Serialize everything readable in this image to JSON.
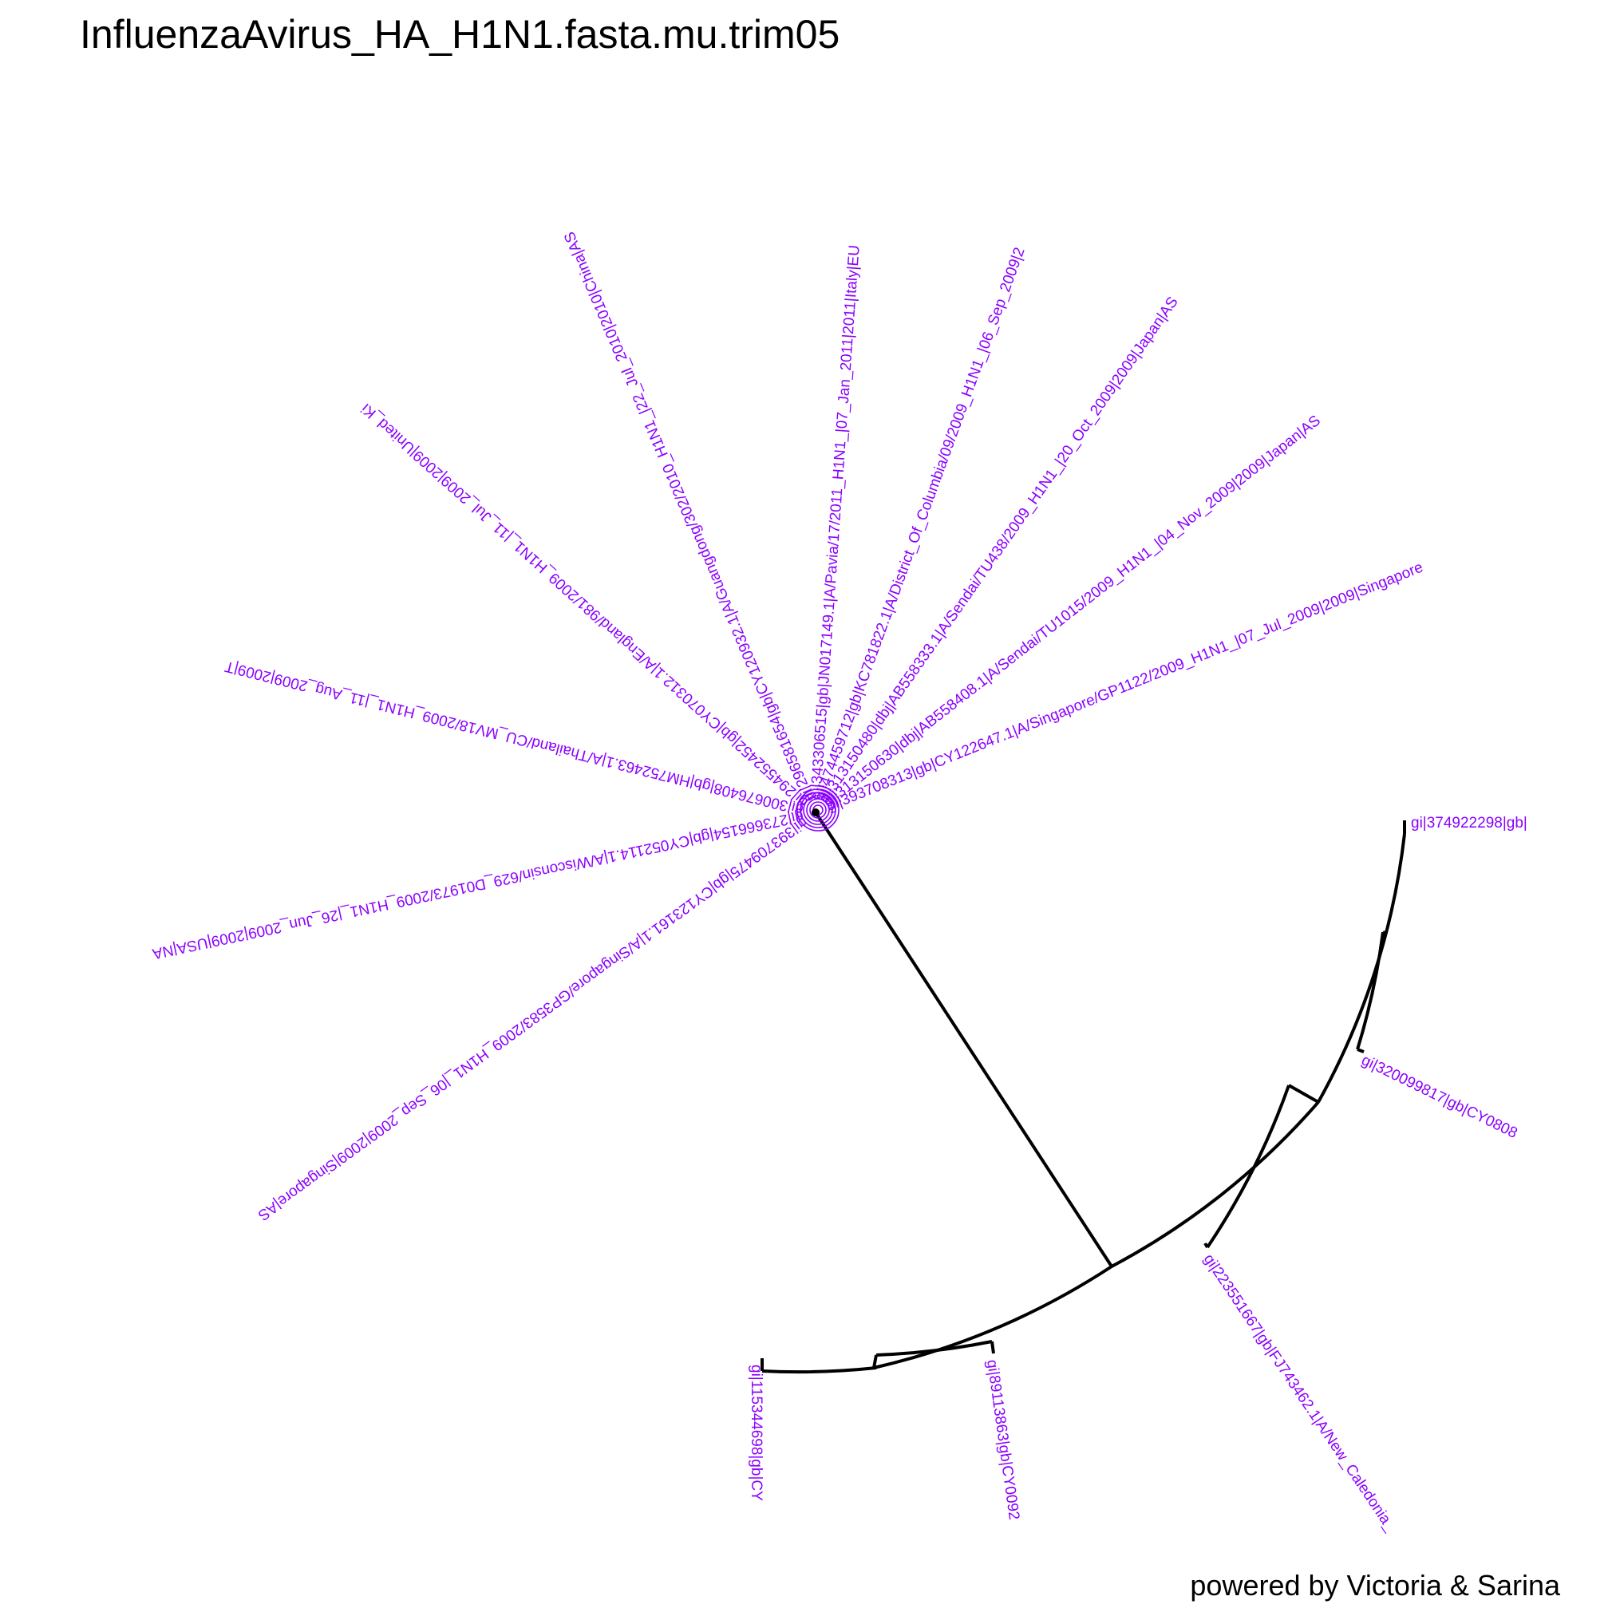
{
  "title": "InfluenzaAvirus_HA_H1N1.fasta.mu.trim05",
  "caption": "powered by Victoria & Sarina",
  "colors": {
    "tip_label": "#8B00FF",
    "branch": "#000000"
  },
  "tree": {
    "layout": "circular",
    "star_cluster_labels": [
      "gi|393708313|gb|CY122647.1|A/Singapore/GP1122/2009_H1N1_|07_Jul_2009|2009|Singapore",
      "gi|313150630|dbj|AB558408.1|A/Sendai/TU1015/2009_H1N1_|04_Nov_2009|2009|Japan|AS",
      "gi|313150480|dbj|AB558333.1|A/Sendai/TU438/2009_H1N1_|20_Oct_2009|2009|Japan|AS",
      "gi|474459712|gb|KC781822.1|A/District_Of_Columbia/09/2009_H1N1_|06_Sep_2009|2",
      "gi|343306515|gb|JN017149.1|A/Pavia/17/2011_H1N1_|07_Jan_2011|2011|Italy|EU",
      "gi|296581654|gb|CY120932.1|A/Guangdong/302/2010_H1N1_|22_Jul_2010|2010|China|AS",
      "gi|294552452|gb|CY070312.1|A/England/981/2009_H1N1_|11_Jul_2009|2009|United_Ki",
      "gi|300676408|gb|HM752463.1|A/Thailand/CU_MV18/2009_H1N1_|11_Aug_2009|2009|T",
      "gi|273666154|gb|CY052114.1|A/Wisconsin/629_D01973/2009_H1N1_|26_Jun_2009|2009|USA|NA",
      "gi|393709475|gb|CY123161.1|A/Singapore/GP3583/2009_H1N1_|06_Sep_2009|2009|Singapore|AS"
    ],
    "outer_tip_labels": [
      "gi|374922298|gb|",
      "gi|320099817|gb|CY0808",
      "gi|223551667|gb|FJ743462.1|A/New_Caledonia_",
      "gi|89113863|gb|CY0092",
      "gi|115344698|gb|CY"
    ]
  }
}
